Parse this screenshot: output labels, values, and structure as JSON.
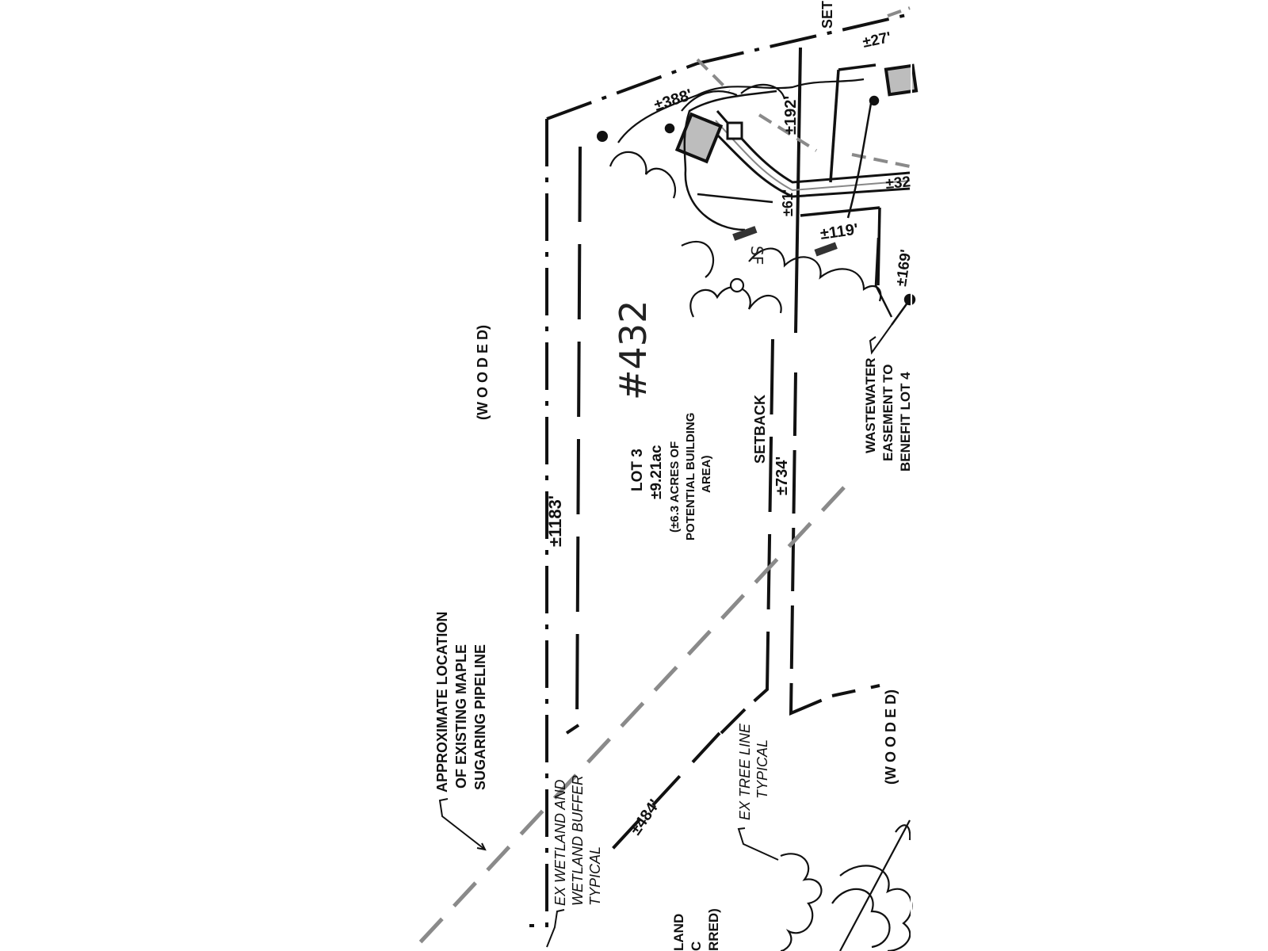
{
  "labels": {
    "wooded_left": "(W O O D E D)",
    "wooded_right": "(W O O D E D)",
    "lot_title": "LOT 3",
    "lot_area": "±9.21ac",
    "lot_sub1": "(±6.3 ACRES OF",
    "lot_sub2": "POTENTIAL BUILDING",
    "lot_sub3": "AREA)",
    "handwritten_number": "#432",
    "setback": "SETBACK",
    "setback_top": "SET",
    "pipeline_1": "APPROXIMATE LOCATION",
    "pipeline_2": "OF EXISTING MAPLE",
    "pipeline_3": "SUGARING PIPELINE",
    "wetland_1": "EX WETLAND AND",
    "wetland_2": "WETLAND BUFFER",
    "wetland_3": "TYPICAL",
    "treeline_1": "EX TREE LINE",
    "treeline_2": "TYPICAL",
    "easement_1": "WASTEWATER",
    "easement_2": "EASEMENT TO",
    "easement_3": "BENEFIT LOT 4",
    "sf_mark": "SF",
    "cut_1": "LAND",
    "cut_2": "C",
    "cut_3": "RRED)"
  },
  "dimensions": {
    "d1183": "±1183'",
    "d734": "±734'",
    "d484": "±484'",
    "d388": "±388'",
    "d192": "±192'",
    "d61": "±61'",
    "d119": "±119'",
    "d169": "±169'",
    "d27": "±27'",
    "d32": "±32"
  }
}
